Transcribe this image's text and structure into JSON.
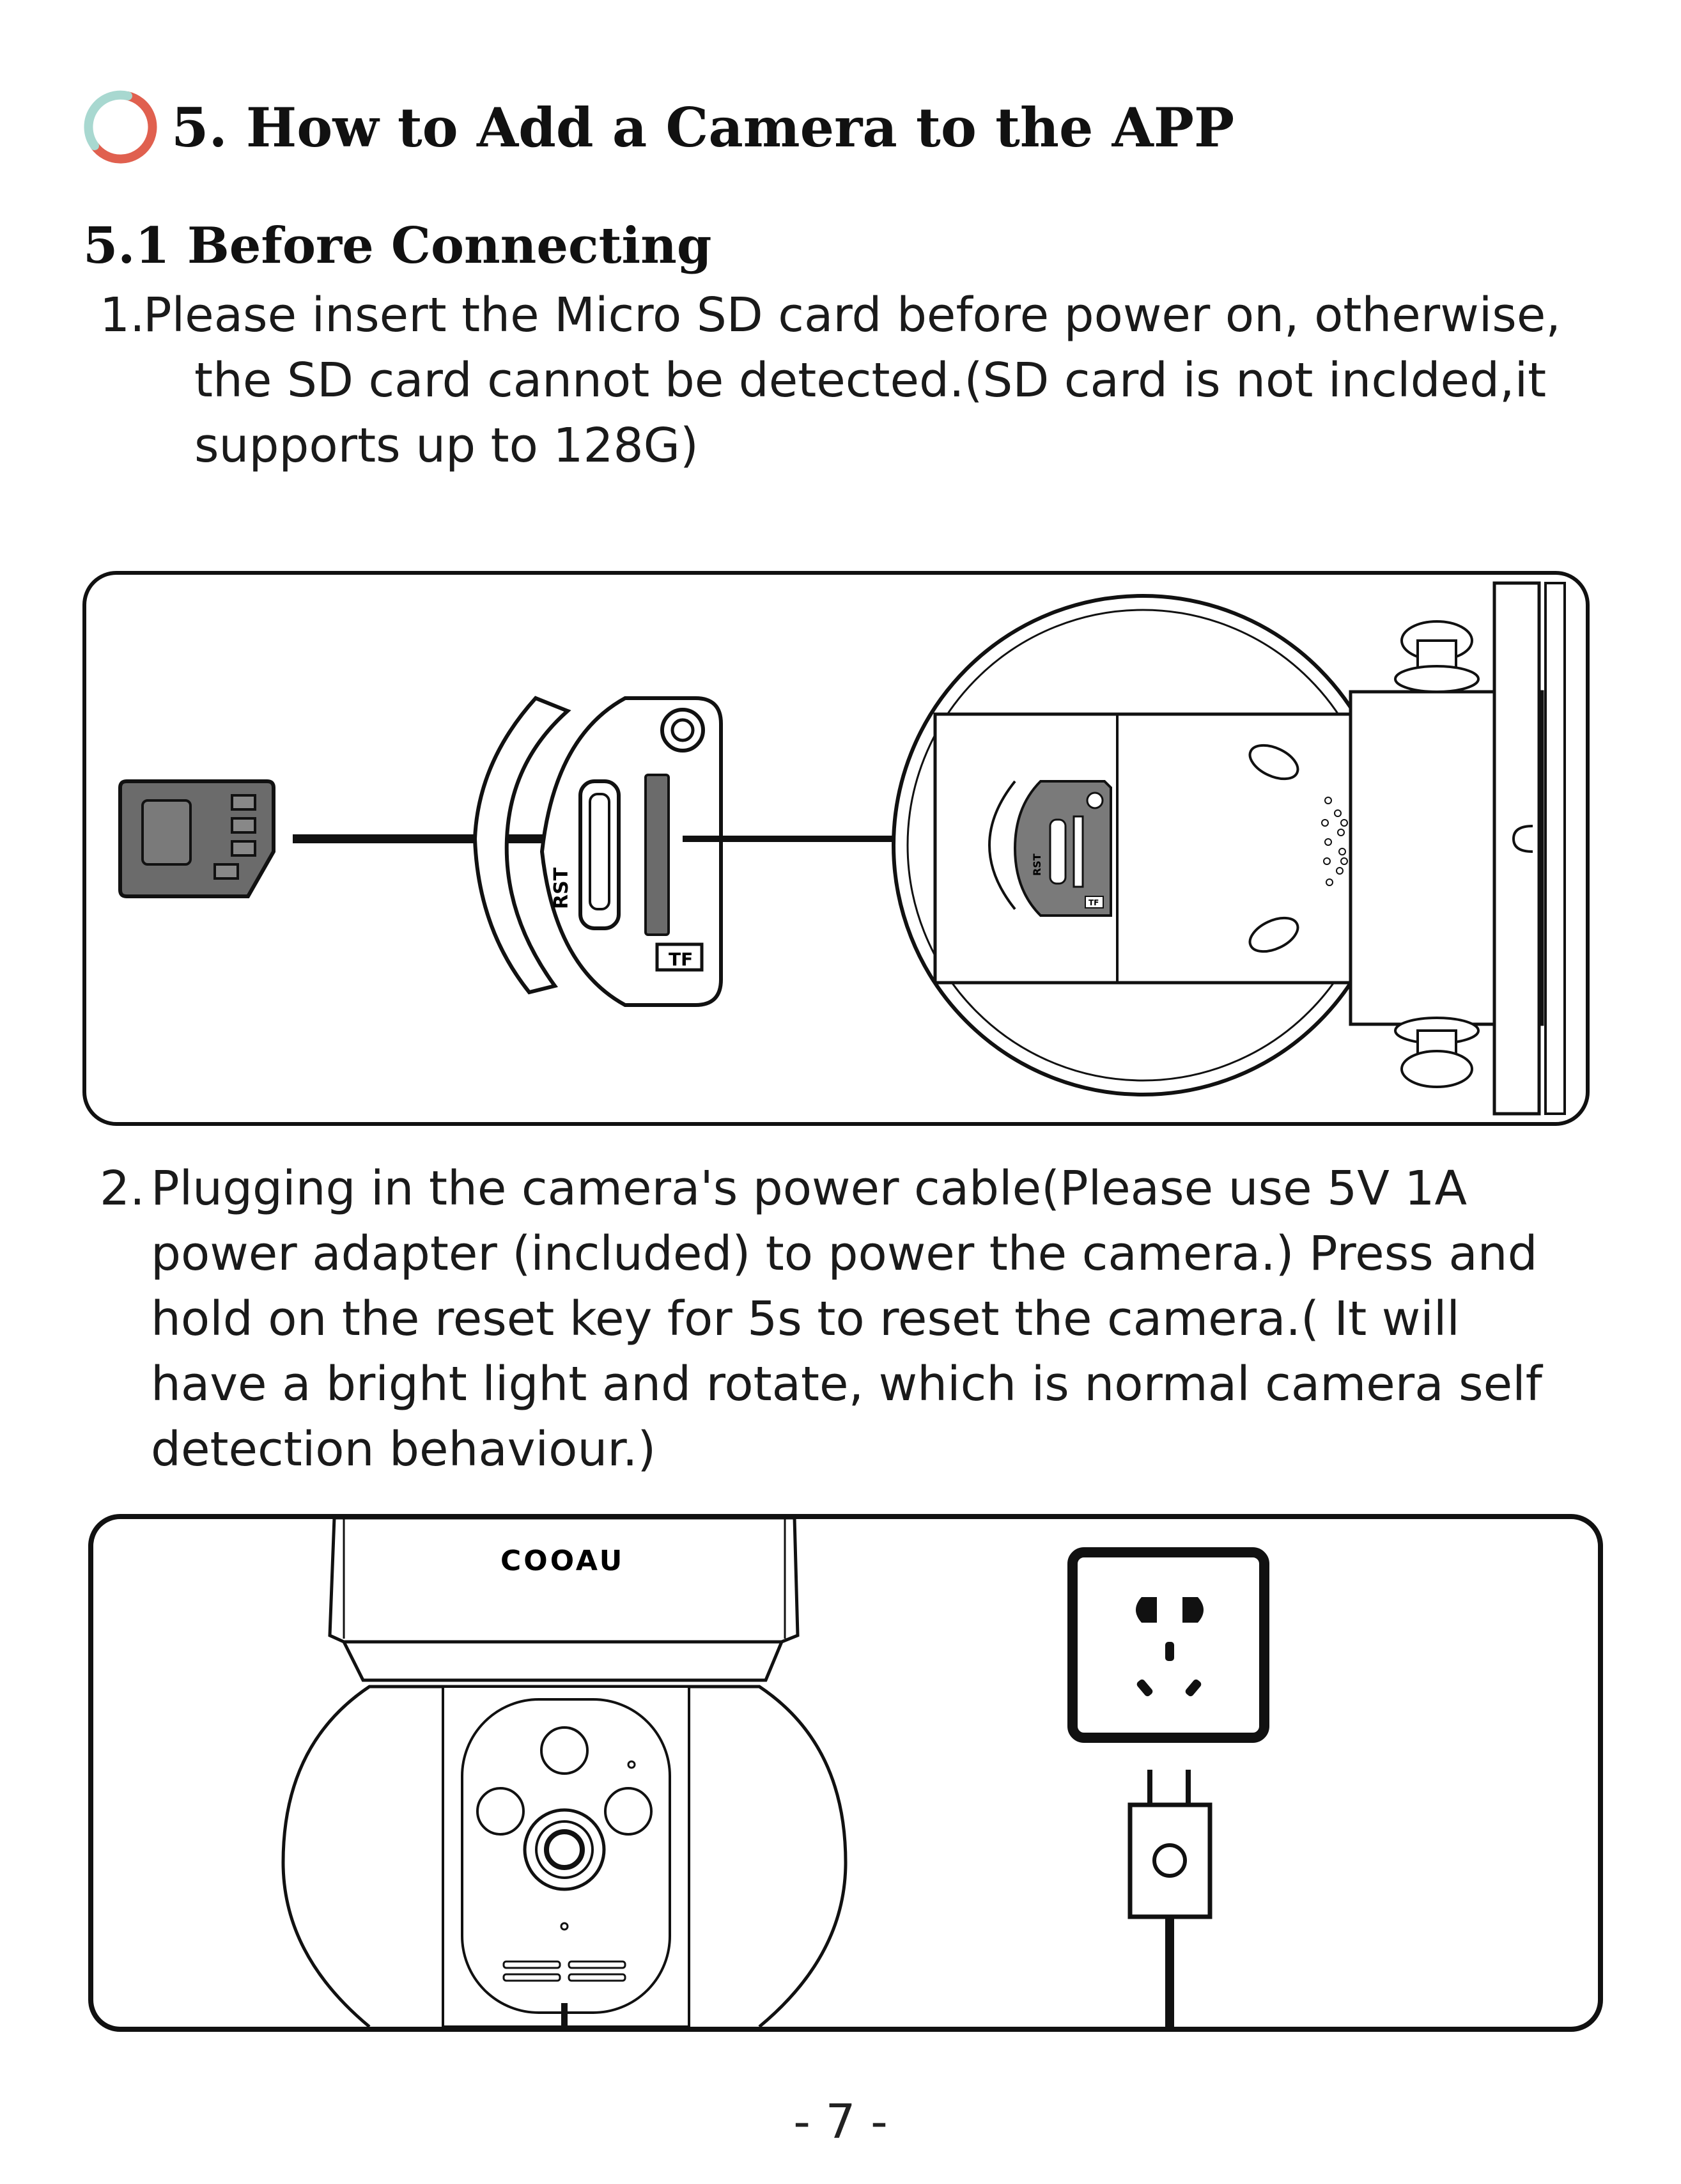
{
  "section": {
    "title": "5. How to Add a Camera to the APP"
  },
  "subsection": {
    "title": "5.1 Before Connecting"
  },
  "steps": [
    {
      "number": "1.",
      "lines": [
        "Please insert the Micro SD card before power on, otherwise,",
        "the SD card cannot be detected.(SD card is not inclded,it",
        "supports up to 128G)"
      ]
    },
    {
      "number": "2.",
      "lines": [
        "Plugging in the camera's power cable(Please use 5V 1A",
        "power adapter (included) to power the camera.) Press and",
        "hold on the reset key for 5s to reset the camera.( It will",
        "have a bright light and rotate, which is normal camera self",
        "detection behaviour.)"
      ]
    }
  ],
  "figure1": {
    "reset_label": "RST",
    "slot_label": "TF",
    "small_reset_label": "RST",
    "small_slot_label": "TF"
  },
  "figure2": {
    "brand": "COOAU"
  },
  "page": {
    "number": "- 7 -"
  }
}
